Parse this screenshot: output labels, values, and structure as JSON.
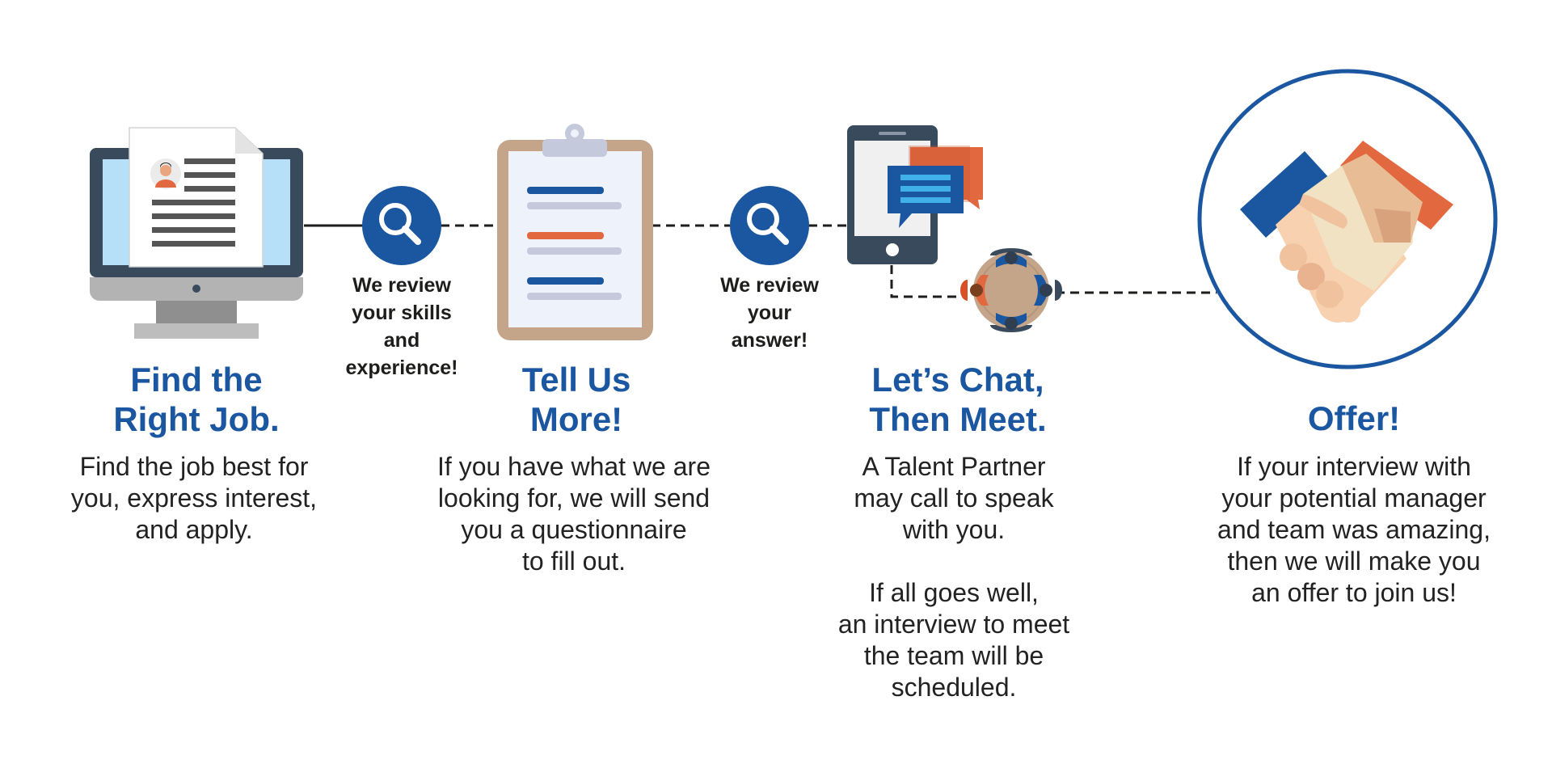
{
  "colors": {
    "brand_blue": "#1b56a1",
    "accent_orange": "#e2683f",
    "skin_tan": "#c4a58a",
    "text_dark": "#222222"
  },
  "connectors": [
    {
      "label": "We review\nyour skills\nand\nexperience!",
      "icon": "magnifier-icon"
    },
    {
      "label": "We review\nyour\nanswer!",
      "icon": "magnifier-icon"
    }
  ],
  "steps": [
    {
      "title": "Find the\nRight Job.",
      "description": "Find the job best for\nyou, express interest,\nand apply.",
      "icon": "computer-resume-icon"
    },
    {
      "title": "Tell Us\nMore!",
      "description": "If you have what we are\nlooking for, we will send\nyou a questionnaire\nto fill out.",
      "icon": "clipboard-icon"
    },
    {
      "title": "Let’s Chat,\nThen Meet.",
      "description": "A Talent Partner\nmay call to speak\nwith you.\n\nIf all goes well,\nan interview to meet\nthe team will be\nscheduled.",
      "icon": "phone-chat-meeting-icon"
    },
    {
      "title": "Offer!",
      "description": "If your interview with\nyour potential manager\nand team was amazing,\nthen we will make you\nan offer to join us!",
      "icon": "handshake-icon"
    }
  ]
}
